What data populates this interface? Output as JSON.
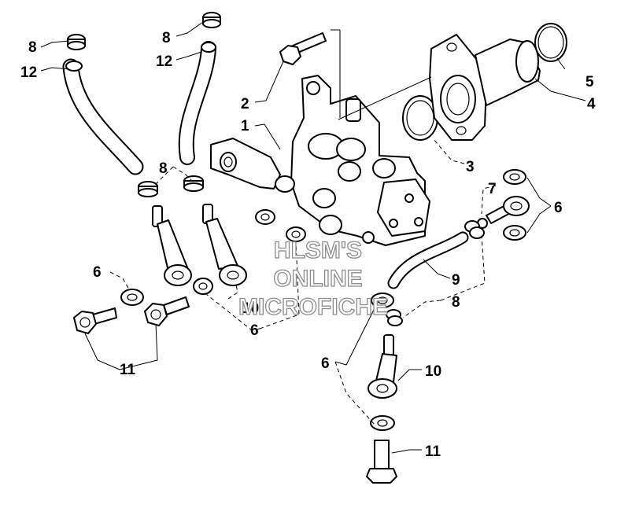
{
  "callouts": {
    "c8_left": "8",
    "c12_left": "12",
    "c8_mid": "8",
    "c12_mid": "12",
    "c2": "2",
    "c1": "1",
    "c8_clamp": "8",
    "c5": "5",
    "c4": "4",
    "c3": "3",
    "c7": "7",
    "c6_right": "6",
    "c9": "9",
    "c8_right": "8",
    "c6_left": "6",
    "c10_mid": "10",
    "c6_mid": "6",
    "c11_left": "11",
    "c6_bottom": "6",
    "c10_right": "10",
    "c11_bottom": "11"
  },
  "watermark": {
    "line1": "HLSM'S",
    "line2": "ONLINE",
    "line3": "MICROFICHE"
  }
}
